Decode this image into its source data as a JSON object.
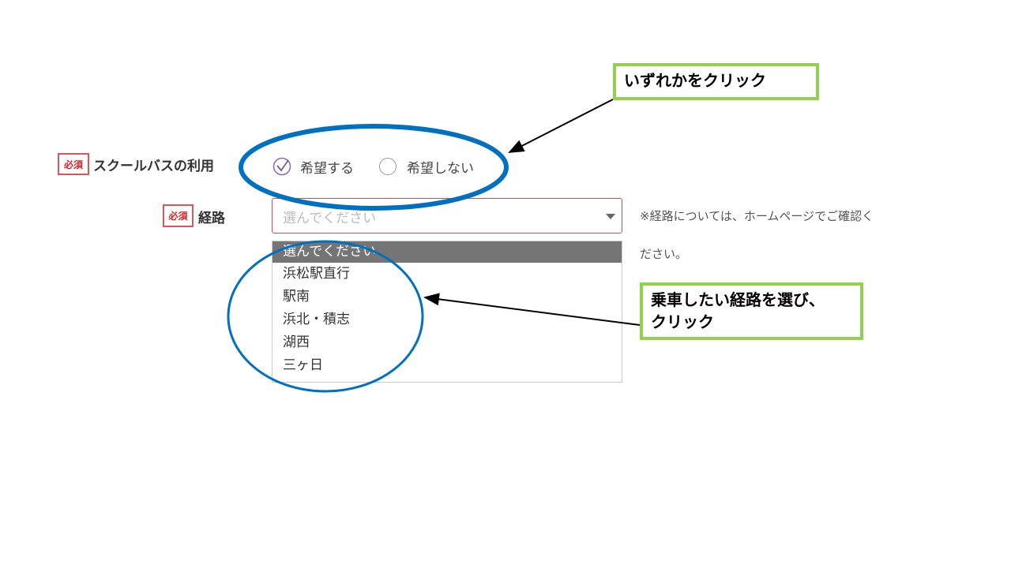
{
  "form": {
    "required_badge": "必須",
    "school_bus": {
      "label": "スクールバスの利用",
      "options": [
        {
          "label": "希望する",
          "checked": true
        },
        {
          "label": "希望しない",
          "checked": false
        }
      ]
    },
    "route": {
      "label": "経路",
      "placeholder": "選んでください",
      "note_line1": "※経路については、ホームページでご確認く",
      "note_line2": "ださい。",
      "options": [
        "選んでください",
        "浜松駅直行",
        "駅南",
        "浜北・積志",
        "湖西",
        "三ヶ日"
      ],
      "highlighted_index": 0
    }
  },
  "annotations": {
    "callout1": "いずれかをクリック",
    "callout2_line1": "乗車したい経路を選び、",
    "callout2_line2": "クリック",
    "ellipse_color": "#0070c0",
    "callout_border_color": "#92d050"
  }
}
